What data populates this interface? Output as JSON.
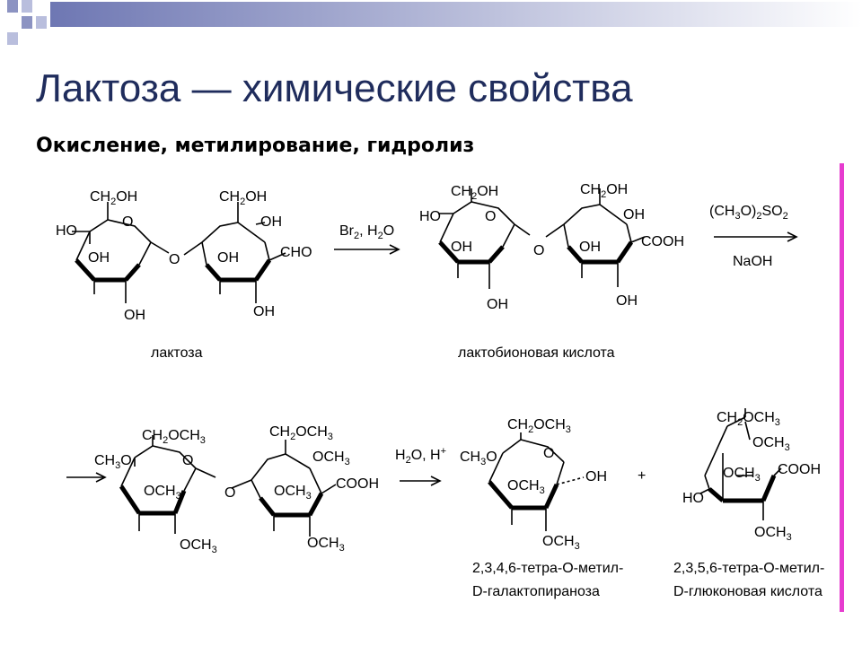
{
  "title": "Лактоза — химические свойства",
  "subtitle": "Окисление, метилирование, гидролиз",
  "colors": {
    "title": "#1f2c5c",
    "accent_line": "#e63ccf",
    "header_squares": [
      "#8c93c2",
      "#b9bedd",
      "#ffffff"
    ]
  },
  "reactions": {
    "step1_reagent": "Br2, H2O",
    "step2_reagent_top": "(CH3O)2SO2",
    "step2_reagent_bottom": "NaOH",
    "step3_reagent": "H2O, H+",
    "plus": "+"
  },
  "compounds": {
    "lactose": "лактоза",
    "lactobionic_acid": "лактобионовая кислота",
    "product1_line1": "2,3,4,6-тетра-О-метил-",
    "product1_line2": "D-галактопираноза",
    "product2_line1": "2,3,5,6-тетра-О-метил-",
    "product2_line2": "D-глюконовая кислота"
  }
}
